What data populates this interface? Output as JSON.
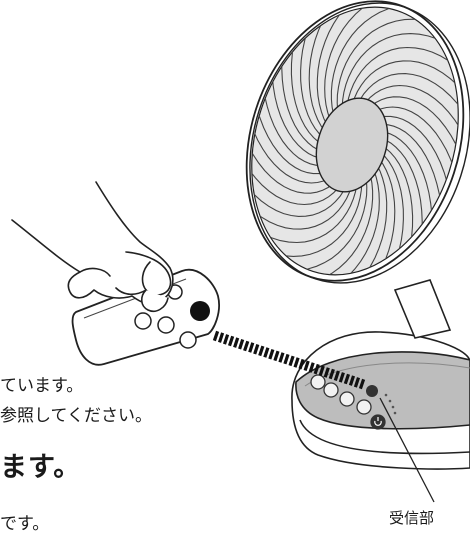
{
  "texts": {
    "line1": "ています。",
    "line2": "参照してください。",
    "heading": "ます。",
    "line3": "です。",
    "receiver_label": "受信部"
  },
  "colors": {
    "stroke": "#222222",
    "fan_blade_fill": "#e6e6e6",
    "hub_fill": "#d2d2d2",
    "panel_fill": "#b9b9b9",
    "ir_beam": "#111111"
  },
  "icons": [
    "hand-icon",
    "remote-control-icon",
    "power-button-icon",
    "fan-icon",
    "control-panel-icon",
    "ir-beam-icon"
  ]
}
